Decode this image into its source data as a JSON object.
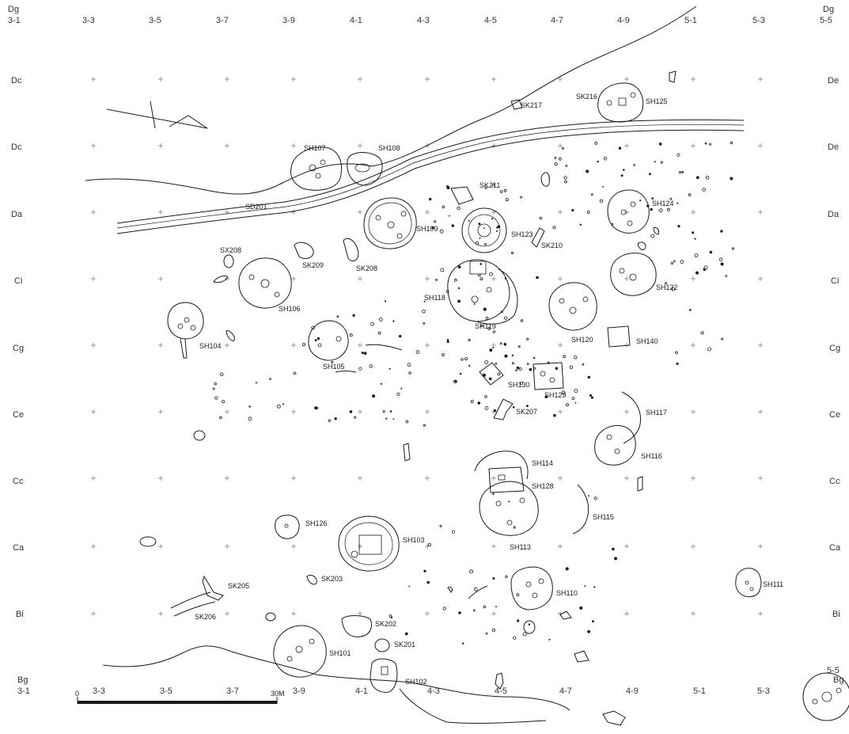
{
  "grid": {
    "top_cols": [
      "3-1",
      "3-3",
      "3-5",
      "3-7",
      "3-9",
      "4-1",
      "4-3",
      "4-5",
      "4-7",
      "4-9",
      "5-1",
      "5-3",
      "5-5"
    ],
    "bottom_cols": [
      "3-1",
      "3-3",
      "3-5",
      "3-7",
      "3-9",
      "4-1",
      "4-3",
      "4-5",
      "4-7",
      "4-9",
      "5-1",
      "5-3"
    ],
    "corner_top_left": "Dg",
    "corner_top_right": "Dg",
    "corner_bottom_left": "Bg",
    "corner_bottom_right_row": "Bg",
    "corner_bottom_right_col": "5-5",
    "rows_left": [
      "Dc",
      "Dc",
      "Da",
      "Ci",
      "Cg",
      "Ce",
      "Cc",
      "Ca",
      "Bi"
    ],
    "rows_right": [
      "De",
      "De",
      "Da",
      "Ci",
      "Cg",
      "Ce",
      "Cc",
      "Ca",
      "Bi"
    ]
  },
  "features": [
    {
      "id": "sh107",
      "label": "SH107"
    },
    {
      "id": "sh108",
      "label": "SH108"
    },
    {
      "id": "sd201",
      "label": "SD201"
    },
    {
      "id": "sk217",
      "label": "SK217"
    },
    {
      "id": "sk216",
      "label": "SK216"
    },
    {
      "id": "sh125",
      "label": "SH125"
    },
    {
      "id": "sk211",
      "label": "SK211"
    },
    {
      "id": "sh124",
      "label": "SH124"
    },
    {
      "id": "sh109",
      "label": "SH109"
    },
    {
      "id": "sh123",
      "label": "SH123"
    },
    {
      "id": "sk210",
      "label": "SK210"
    },
    {
      "id": "sx208",
      "label": "SX208"
    },
    {
      "id": "sk209",
      "label": "SK209"
    },
    {
      "id": "sk208",
      "label": "SK208"
    },
    {
      "id": "sh122",
      "label": "SH122"
    },
    {
      "id": "sh118",
      "label": "SH118"
    },
    {
      "id": "sh106",
      "label": "SH106"
    },
    {
      "id": "sh119",
      "label": "SH119"
    },
    {
      "id": "sh120",
      "label": "SH120"
    },
    {
      "id": "sh140",
      "label": "SH140"
    },
    {
      "id": "sh104",
      "label": "SH104"
    },
    {
      "id": "sh105",
      "label": "SH105"
    },
    {
      "id": "sh130",
      "label": "SH130"
    },
    {
      "id": "sh129",
      "label": "SH129"
    },
    {
      "id": "sk207",
      "label": "SK207"
    },
    {
      "id": "sh117",
      "label": "SH117"
    },
    {
      "id": "sh116",
      "label": "SH116"
    },
    {
      "id": "sh114",
      "label": "SH114"
    },
    {
      "id": "sh128",
      "label": "SH128"
    },
    {
      "id": "sh115",
      "label": "SH115"
    },
    {
      "id": "sh126",
      "label": "SH126"
    },
    {
      "id": "sh103",
      "label": "SH103"
    },
    {
      "id": "sh113",
      "label": "SH113"
    },
    {
      "id": "sk205",
      "label": "SK205"
    },
    {
      "id": "sk203",
      "label": "SK203"
    },
    {
      "id": "sh110",
      "label": "SH110"
    },
    {
      "id": "sh111",
      "label": "SH111"
    },
    {
      "id": "sk206",
      "label": "SK206"
    },
    {
      "id": "sk202",
      "label": "SK202"
    },
    {
      "id": "sk201",
      "label": "SK201"
    },
    {
      "id": "sh101",
      "label": "SH101"
    },
    {
      "id": "sh102",
      "label": "SH102"
    }
  ],
  "scale_bar": {
    "start_label": "0",
    "end_label": "30M"
  }
}
